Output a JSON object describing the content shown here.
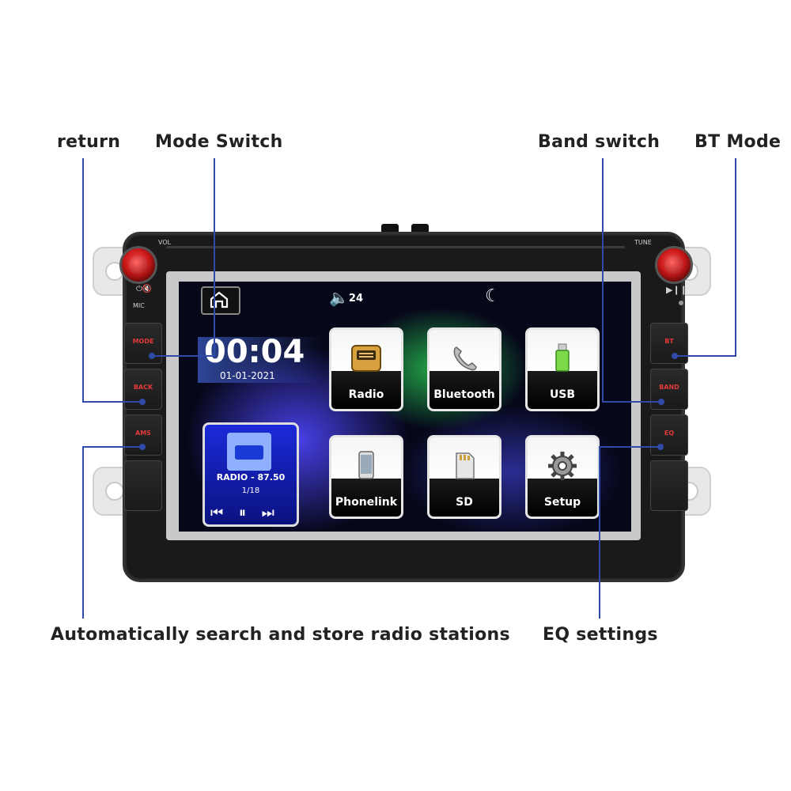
{
  "callouts": {
    "return": "return",
    "mode_switch": "Mode Switch",
    "band_switch": "Band switch",
    "bt_mode": "BT Mode",
    "auto_search": "Automatically search and store radio stations",
    "eq_settings": "EQ settings"
  },
  "device": {
    "vol_label": "VOL",
    "tune_label": "TUNE",
    "mic_label": "MIC",
    "left_buttons": [
      "MODE",
      "BACK",
      "AMS"
    ],
    "right_buttons": [
      "BT",
      "BAND",
      "EQ"
    ]
  },
  "screen": {
    "volume": "24",
    "time": "00:04",
    "date": "01-01-2021",
    "media": {
      "station": "RADIO - 87.50",
      "track": "1/18"
    },
    "apps": [
      "Radio",
      "Bluetooth",
      "USB",
      "Phonelink",
      "SD",
      "Setup"
    ]
  },
  "colors": {
    "callout_line": "#2f4aa8",
    "button_text": "#e23a3a",
    "knob": "#c81818"
  }
}
